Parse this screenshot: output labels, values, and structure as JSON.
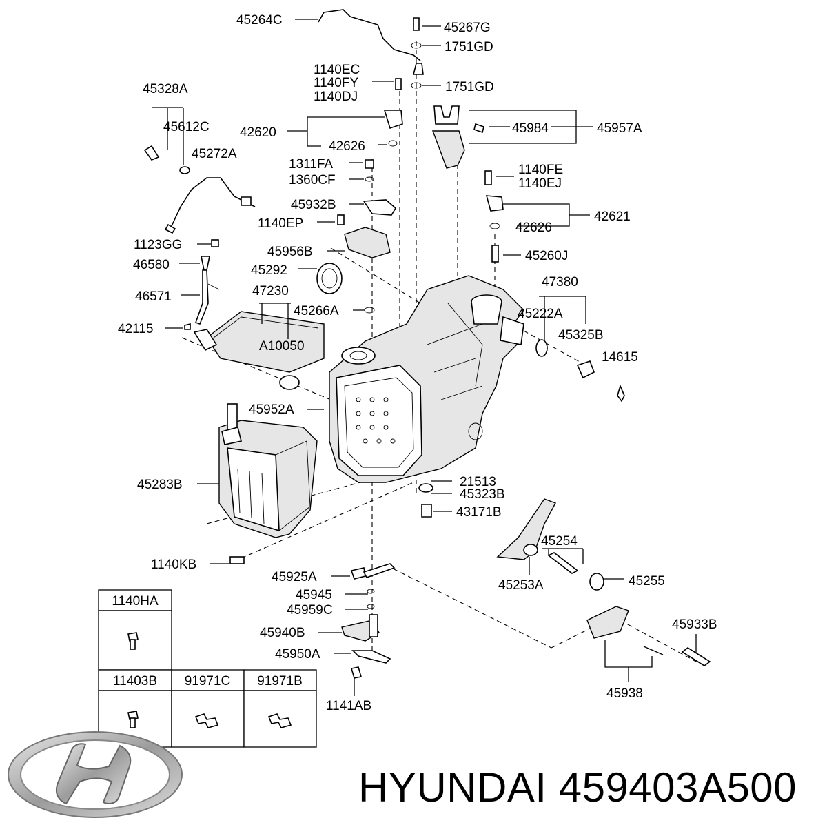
{
  "brand": {
    "name": "HYUNDAI",
    "part_number": "459403A500"
  },
  "callouts": [
    {
      "id": "45264C",
      "text": "45264C"
    },
    {
      "id": "45267G",
      "text": "45267G"
    },
    {
      "id": "1751GD_a",
      "text": "1751GD"
    },
    {
      "id": "1140EC",
      "text": "1140EC"
    },
    {
      "id": "1140FY",
      "text": "1140FY"
    },
    {
      "id": "1140DJ",
      "text": "1140DJ"
    },
    {
      "id": "1751GD_b",
      "text": "1751GD"
    },
    {
      "id": "45328A",
      "text": "45328A"
    },
    {
      "id": "45612C",
      "text": "45612C"
    },
    {
      "id": "42620",
      "text": "42620"
    },
    {
      "id": "45984",
      "text": "45984"
    },
    {
      "id": "45957A",
      "text": "45957A"
    },
    {
      "id": "45272A",
      "text": "45272A"
    },
    {
      "id": "42626_a",
      "text": "42626"
    },
    {
      "id": "1311FA",
      "text": "1311FA"
    },
    {
      "id": "1360CF",
      "text": "1360CF"
    },
    {
      "id": "1140FE",
      "text": "1140FE"
    },
    {
      "id": "1140EJ",
      "text": "1140EJ"
    },
    {
      "id": "45932B",
      "text": "45932B"
    },
    {
      "id": "42621",
      "text": "42621"
    },
    {
      "id": "1140EP",
      "text": "1140EP"
    },
    {
      "id": "42626_b",
      "text": "42626"
    },
    {
      "id": "1123GG",
      "text": "1123GG"
    },
    {
      "id": "45956B",
      "text": "45956B"
    },
    {
      "id": "46580",
      "text": "46580"
    },
    {
      "id": "45260J",
      "text": "45260J"
    },
    {
      "id": "45292",
      "text": "45292"
    },
    {
      "id": "47380",
      "text": "47380"
    },
    {
      "id": "47230",
      "text": "47230"
    },
    {
      "id": "46571",
      "text": "46571"
    },
    {
      "id": "45222A",
      "text": "45222A"
    },
    {
      "id": "45266A",
      "text": "45266A"
    },
    {
      "id": "42115",
      "text": "42115"
    },
    {
      "id": "45325B",
      "text": "45325B"
    },
    {
      "id": "A10050",
      "text": "A10050"
    },
    {
      "id": "14615",
      "text": "14615"
    },
    {
      "id": "45952A",
      "text": "45952A"
    },
    {
      "id": "21513",
      "text": "21513"
    },
    {
      "id": "45283B",
      "text": "45283B"
    },
    {
      "id": "45323B",
      "text": "45323B"
    },
    {
      "id": "43171B",
      "text": "43171B"
    },
    {
      "id": "45254",
      "text": "45254"
    },
    {
      "id": "1140KB",
      "text": "1140KB"
    },
    {
      "id": "45925A",
      "text": "45925A"
    },
    {
      "id": "45255",
      "text": "45255"
    },
    {
      "id": "45253A",
      "text": "45253A"
    },
    {
      "id": "45945",
      "text": "45945"
    },
    {
      "id": "45959C",
      "text": "45959C"
    },
    {
      "id": "45940B",
      "text": "45940B"
    },
    {
      "id": "45933B",
      "text": "45933B"
    },
    {
      "id": "45950A",
      "text": "45950A"
    },
    {
      "id": "45938",
      "text": "45938"
    },
    {
      "id": "1141AB",
      "text": "1141AB"
    }
  ],
  "legend_table": {
    "cells": [
      {
        "id": "1140HA",
        "label": "1140HA"
      },
      {
        "id": "11403B",
        "label": "11403B"
      },
      {
        "id": "91971C",
        "label": "91971C"
      },
      {
        "id": "91971B",
        "label": "91971B"
      }
    ]
  },
  "icons": {
    "logo": "hyundai-logo",
    "bolt": "bolt-icon",
    "clip": "clip-icon"
  },
  "colors": {
    "line": "#000000",
    "background": "#ffffff",
    "part_shade": "#e6e6e6",
    "logo_fill": "#b0b0b0"
  }
}
